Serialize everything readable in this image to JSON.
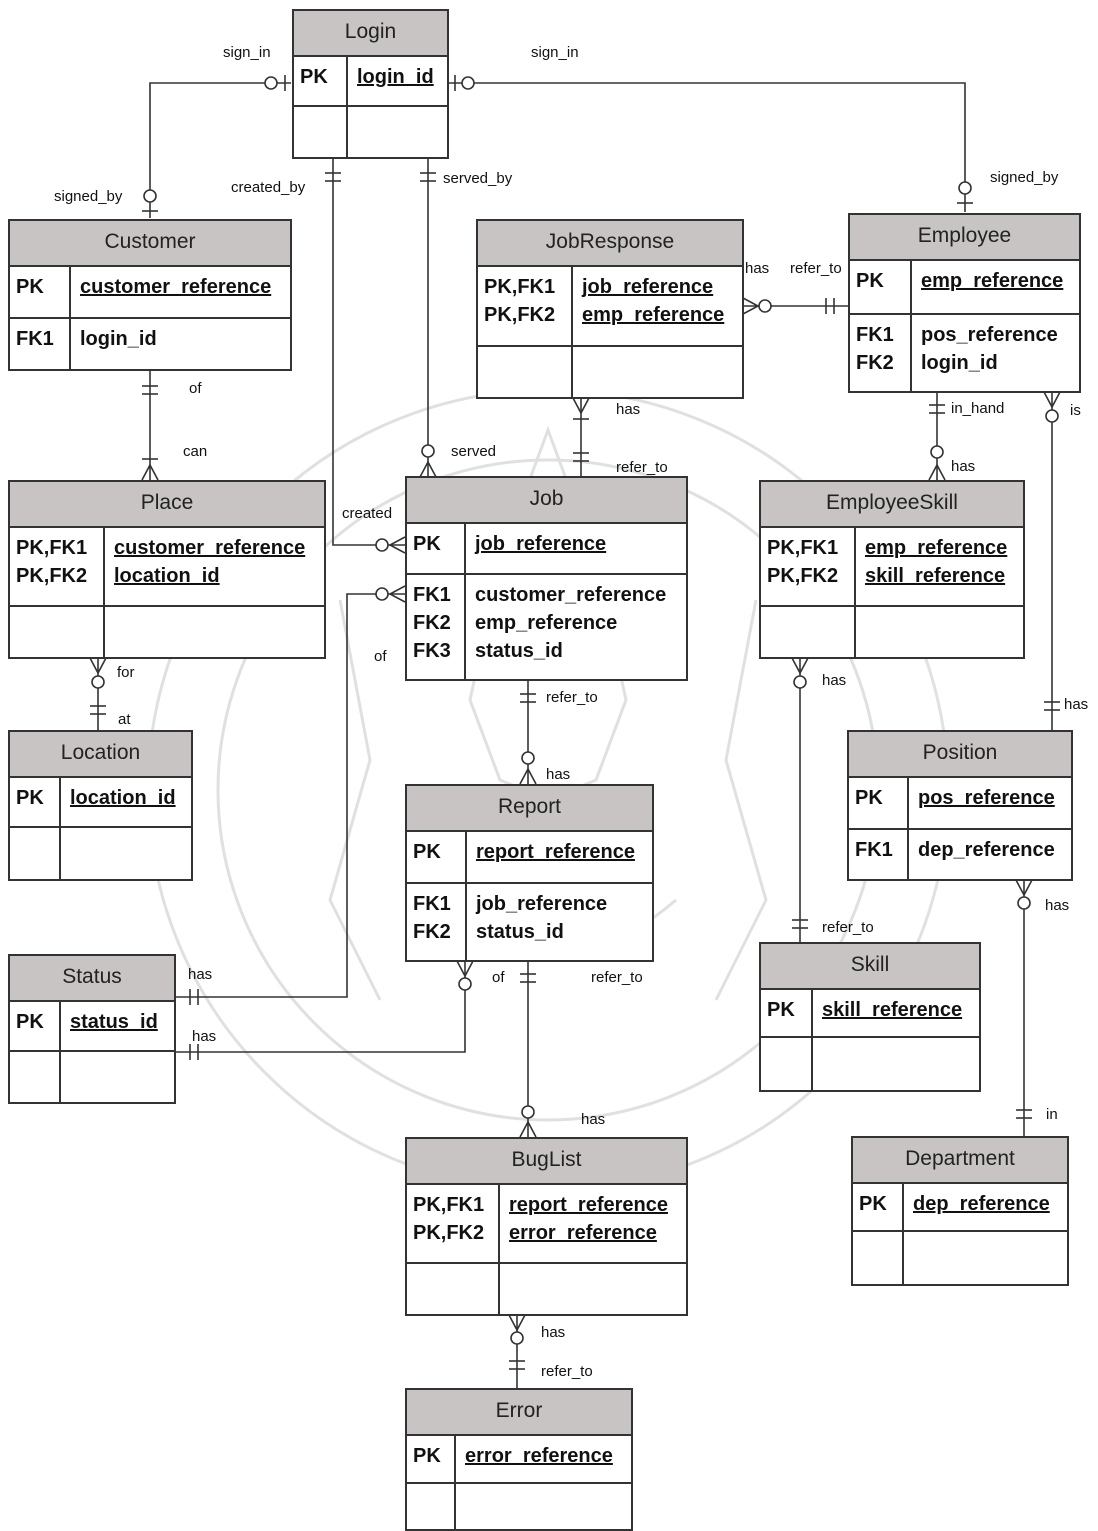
{
  "entities": {
    "login": {
      "title": "Login",
      "pk": {
        "keys": [
          "PK"
        ],
        "fields": [
          "login_id"
        ]
      },
      "attrs": {
        "keys": [],
        "fields": []
      }
    },
    "customer": {
      "title": "Customer",
      "pk": {
        "keys": [
          "PK"
        ],
        "fields": [
          "customer_reference"
        ]
      },
      "attrs": {
        "keys": [
          "FK1"
        ],
        "fields": [
          "login_id"
        ]
      }
    },
    "jobresponse": {
      "title": "JobResponse",
      "pk": {
        "keys": [
          "PK,FK1",
          "PK,FK2"
        ],
        "fields": [
          "job_reference",
          "emp_reference"
        ]
      },
      "attrs": {
        "keys": [],
        "fields": []
      }
    },
    "employee": {
      "title": "Employee",
      "pk": {
        "keys": [
          "PK"
        ],
        "fields": [
          "emp_reference"
        ]
      },
      "attrs": {
        "keys": [
          "FK1",
          "FK2"
        ],
        "fields": [
          "pos_reference",
          "login_id"
        ]
      }
    },
    "place": {
      "title": "Place",
      "pk": {
        "keys": [
          "PK,FK1",
          "PK,FK2"
        ],
        "fields": [
          "customer_reference",
          "location_id"
        ]
      },
      "attrs": {
        "keys": [],
        "fields": []
      }
    },
    "job": {
      "title": "Job",
      "pk": {
        "keys": [
          "PK"
        ],
        "fields": [
          "job_reference"
        ]
      },
      "attrs": {
        "keys": [
          "FK1",
          "FK2",
          "FK3"
        ],
        "fields": [
          "customer_reference",
          "emp_reference",
          "status_id"
        ]
      }
    },
    "employeeskill": {
      "title": "EmployeeSkill",
      "pk": {
        "keys": [
          "PK,FK1",
          "PK,FK2"
        ],
        "fields": [
          "emp_reference",
          "skill_reference"
        ]
      },
      "attrs": {
        "keys": [],
        "fields": []
      }
    },
    "location": {
      "title": "Location",
      "pk": {
        "keys": [
          "PK"
        ],
        "fields": [
          "location_id"
        ]
      },
      "attrs": {
        "keys": [],
        "fields": []
      }
    },
    "report": {
      "title": "Report",
      "pk": {
        "keys": [
          "PK"
        ],
        "fields": [
          "report_reference"
        ]
      },
      "attrs": {
        "keys": [
          "FK1",
          "FK2"
        ],
        "fields": [
          "job_reference",
          "status_id"
        ]
      }
    },
    "position": {
      "title": "Position",
      "pk": {
        "keys": [
          "PK"
        ],
        "fields": [
          "pos_reference"
        ]
      },
      "attrs": {
        "keys": [
          "FK1"
        ],
        "fields": [
          "dep_reference"
        ]
      }
    },
    "status": {
      "title": "Status",
      "pk": {
        "keys": [
          "PK"
        ],
        "fields": [
          "status_id"
        ]
      },
      "attrs": {
        "keys": [],
        "fields": []
      }
    },
    "skill": {
      "title": "Skill",
      "pk": {
        "keys": [
          "PK"
        ],
        "fields": [
          "skill_reference"
        ]
      },
      "attrs": {
        "keys": [],
        "fields": []
      }
    },
    "buglist": {
      "title": "BugList",
      "pk": {
        "keys": [
          "PK,FK1",
          "PK,FK2"
        ],
        "fields": [
          "report_reference",
          "error_reference"
        ]
      },
      "attrs": {
        "keys": [],
        "fields": []
      }
    },
    "department": {
      "title": "Department",
      "pk": {
        "keys": [
          "PK"
        ],
        "fields": [
          "dep_reference"
        ]
      },
      "attrs": {
        "keys": [],
        "fields": []
      }
    },
    "error": {
      "title": "Error",
      "pk": {
        "keys": [
          "PK"
        ],
        "fields": [
          "error_reference"
        ]
      },
      "attrs": {
        "keys": [],
        "fields": []
      }
    }
  },
  "relationship_labels": {
    "login_customer_sign_in": "sign_in",
    "login_employee_sign_in": "sign_in",
    "customer_signed_by": "signed_by",
    "employee_signed_by": "signed_by",
    "login_created_by": "created_by",
    "login_served_by": "served_by",
    "customer_of": "of",
    "place_can": "can",
    "job_served": "served",
    "job_created": "created",
    "jobresponse_has_employee": "has",
    "employee_refer_to": "refer_to",
    "jobresponse_has_job": "has",
    "job_refer_to": "refer_to",
    "employee_in_hand": "in_hand",
    "employeeskill_has": "has",
    "employee_is": "is",
    "place_for": "for",
    "location_at": "at",
    "job_of_status": "of",
    "job_report_refer_to": "refer_to",
    "report_has": "has",
    "employeeskill_has_skill": "has",
    "position_has_employee": "has",
    "status_has_job": "has",
    "status_has_report": "has",
    "report_of": "of",
    "report_buglist_refer_to": "refer_to",
    "skill_refer_to": "refer_to",
    "position_has_dept": "has",
    "buglist_has_report": "has",
    "department_in": "in",
    "buglist_has_error": "has",
    "error_refer_to": "refer_to"
  }
}
